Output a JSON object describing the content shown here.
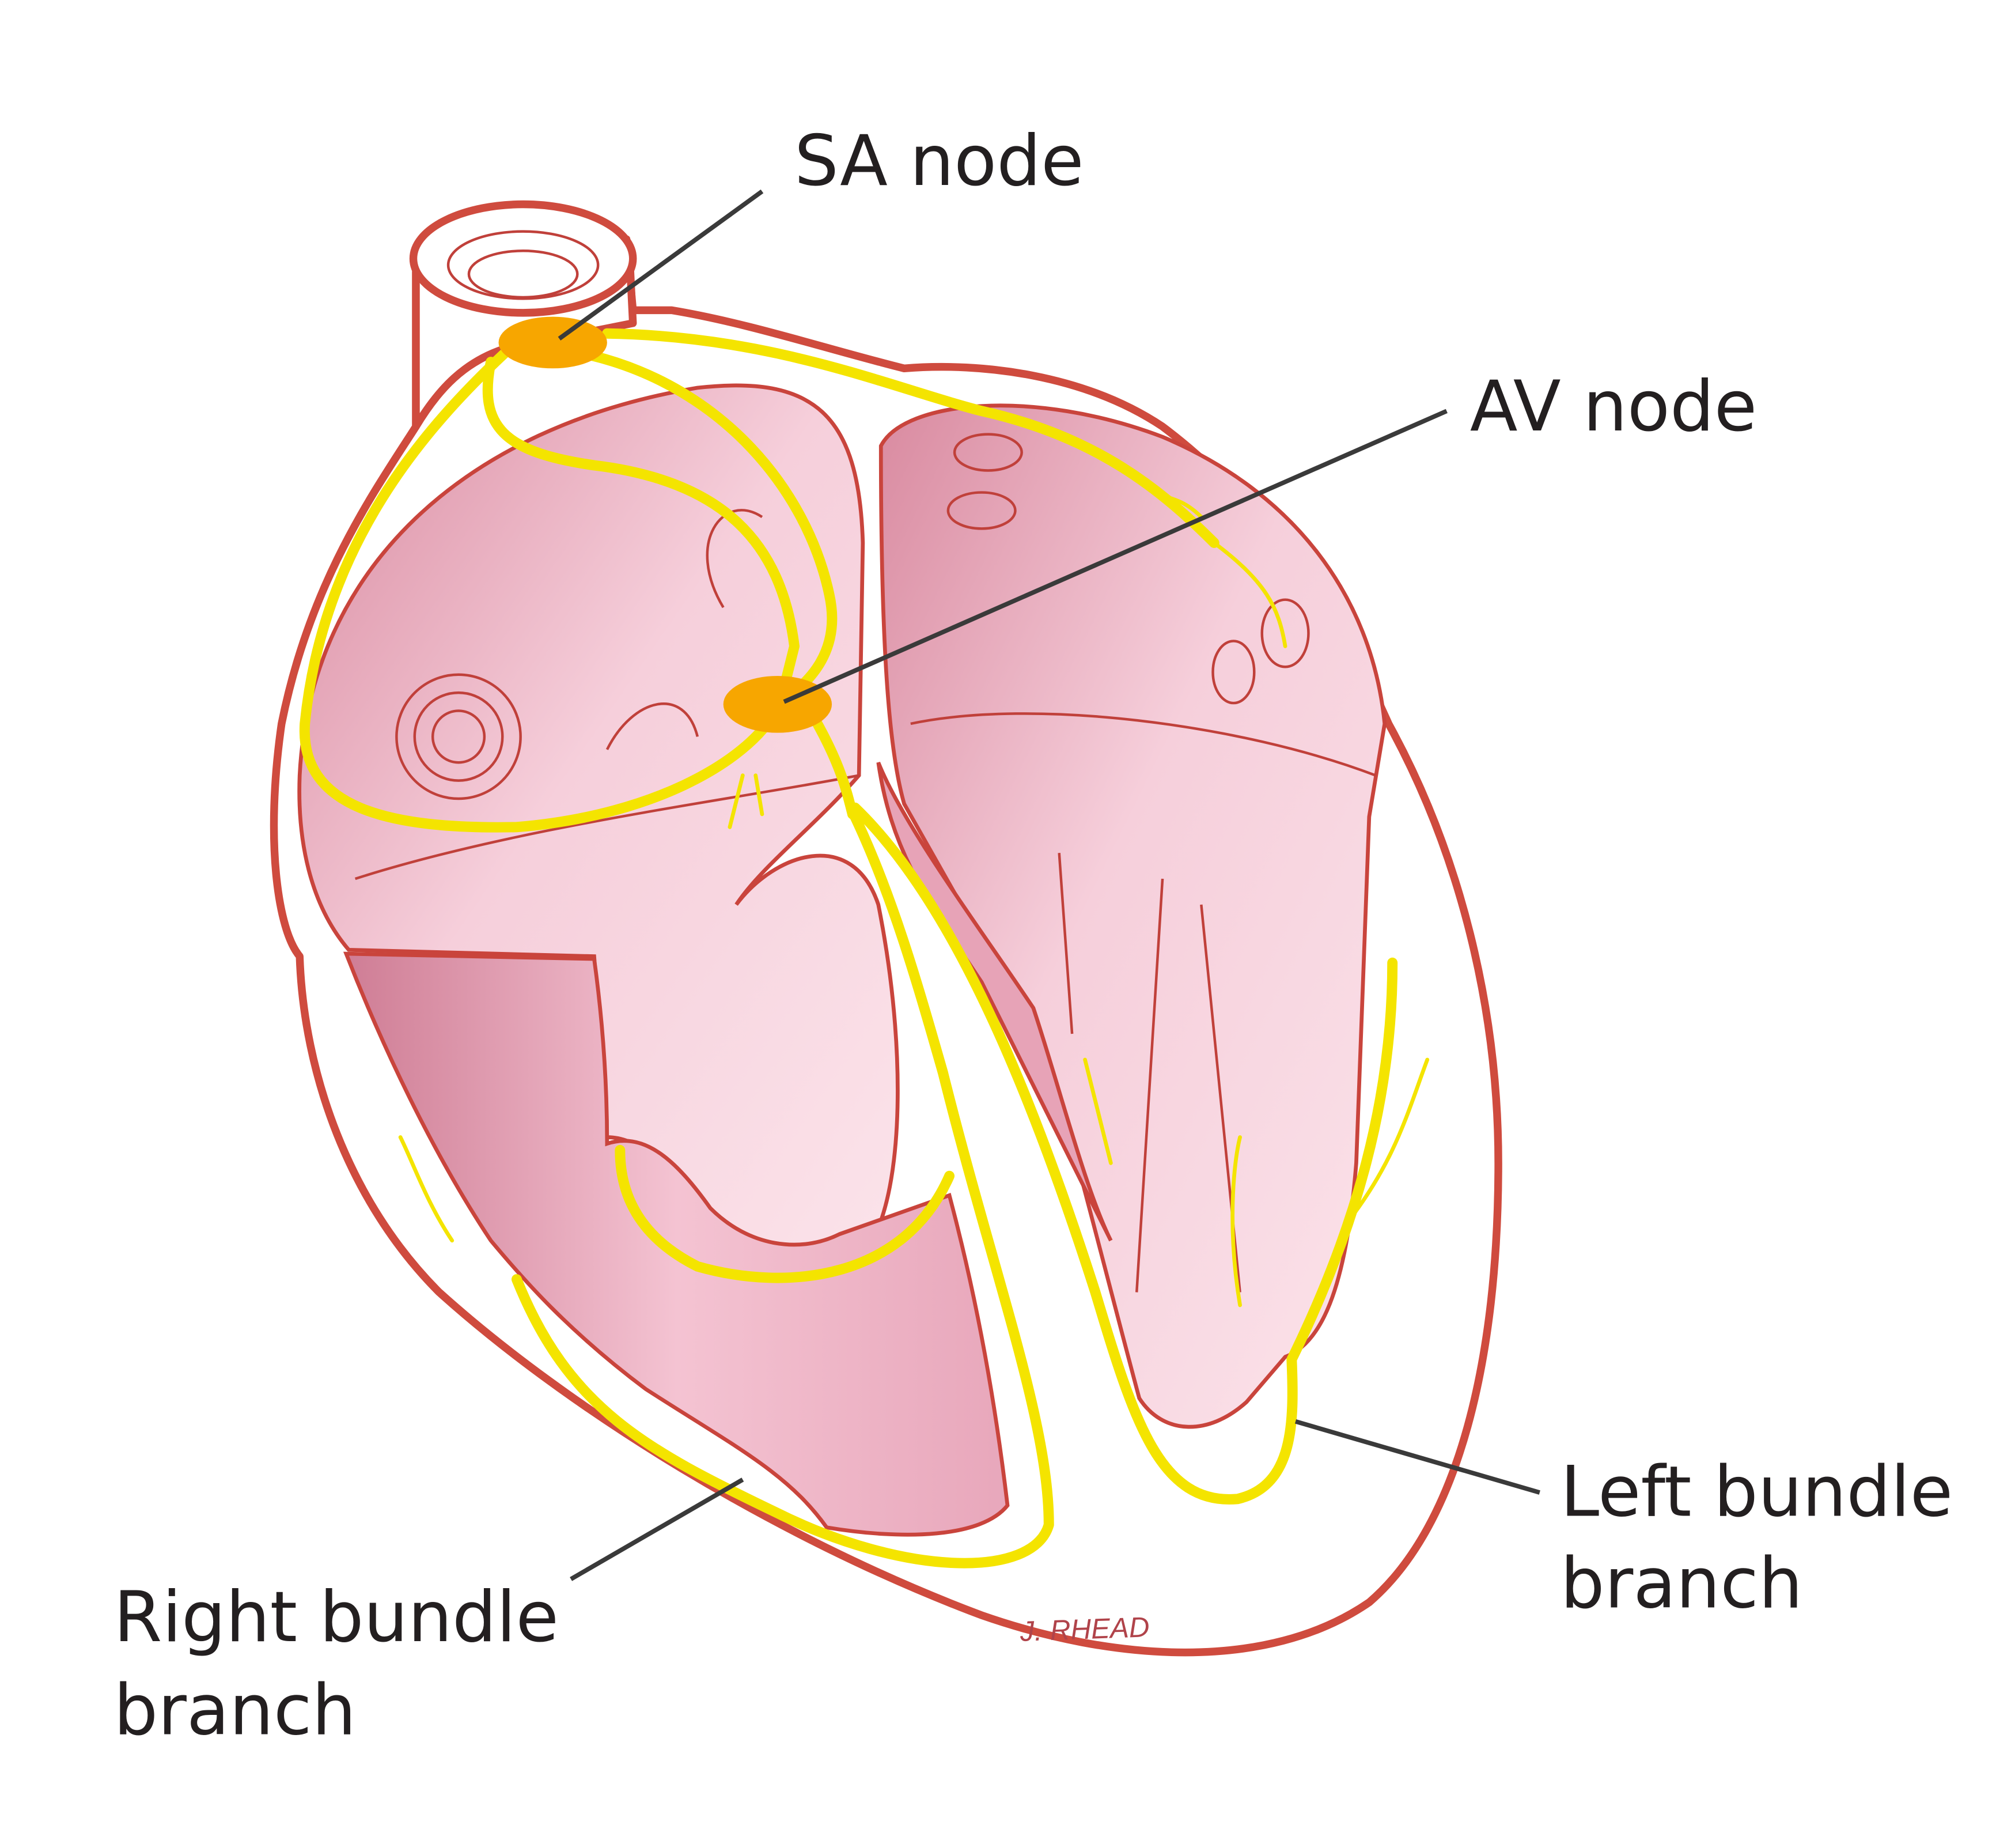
{
  "labels": {
    "sa_node": "SA node",
    "av_node": "AV node",
    "left_bundle_line1": "Left bundle",
    "left_bundle_line2": "branch",
    "right_bundle_line1": "Right bundle",
    "right_bundle_line2": "branch"
  },
  "signature": "J. RHEAD",
  "colors": {
    "outline": "#cf4b3e",
    "conduction": "#f4e400",
    "node": "#f7a600",
    "chamber": "#f2c4d2"
  }
}
